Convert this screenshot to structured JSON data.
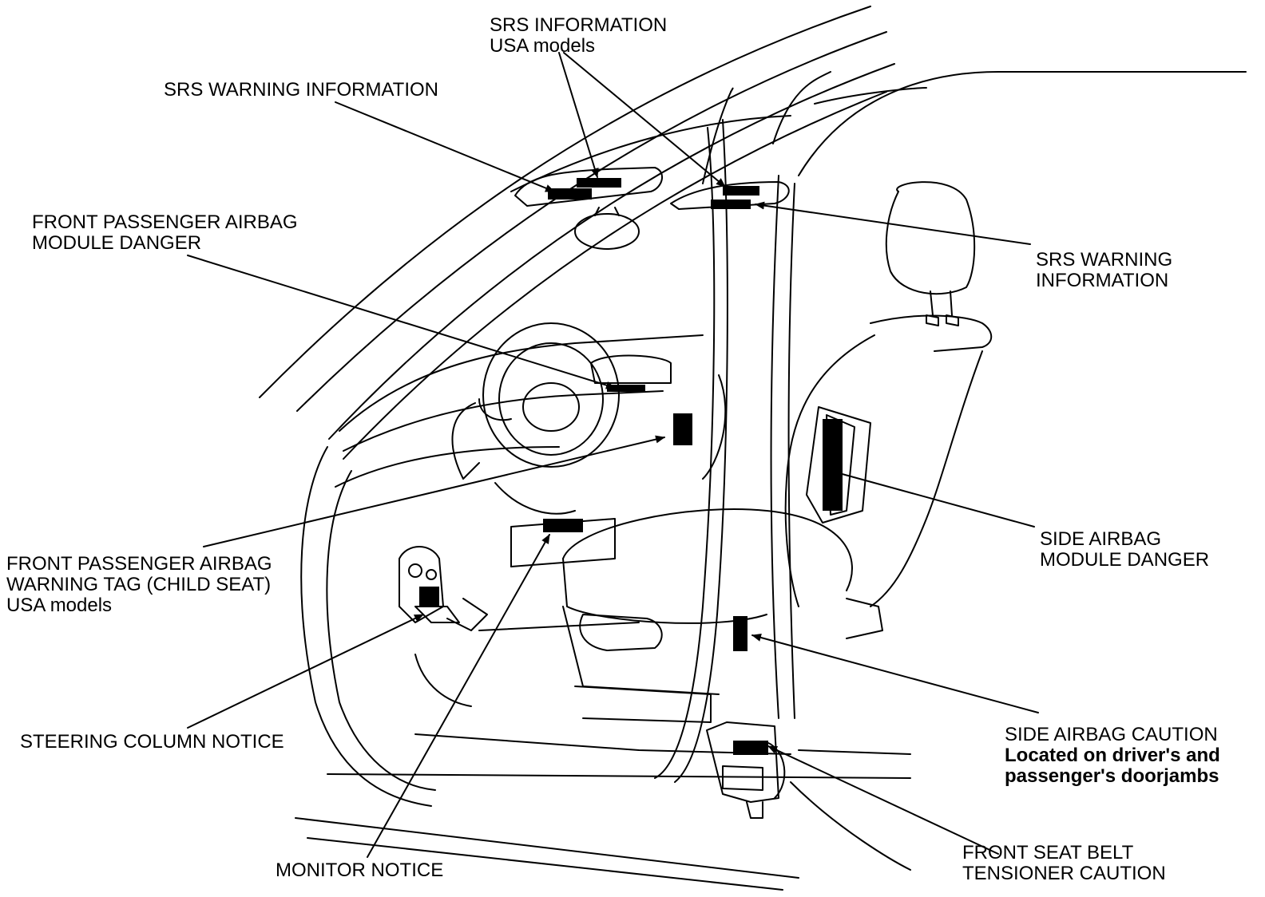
{
  "labels": {
    "srs_info_usa": {
      "line1": "SRS INFORMATION",
      "line2": "USA models"
    },
    "srs_warning_left": {
      "line1": "SRS WARNING INFORMATION"
    },
    "front_passenger_airbag_danger": {
      "line1": "FRONT PASSENGER AIRBAG",
      "line2": "MODULE DANGER"
    },
    "srs_warning_right": {
      "line1": "SRS WARNING",
      "line2": "INFORMATION"
    },
    "side_airbag_danger": {
      "line1": "SIDE AIRBAG",
      "line2": "MODULE DANGER"
    },
    "front_passenger_warning_tag": {
      "line1": "FRONT PASSENGER AIRBAG",
      "line2": "WARNING TAG (CHILD SEAT)",
      "line3": "USA models"
    },
    "steering_column_notice": {
      "line1": "STEERING COLUMN NOTICE"
    },
    "side_airbag_caution": {
      "line1": "SIDE AIRBAG CAUTION",
      "line2": "Located on driver's and",
      "line3": "passenger's doorjambs"
    },
    "monitor_notice": {
      "line1": "MONITOR NOTICE"
    },
    "seat_belt_tensioner_caution": {
      "line1": "FRONT SEAT BELT",
      "line2": "TENSIONER CAUTION"
    }
  },
  "colors": {
    "ink": "#000000",
    "paper": "#ffffff"
  }
}
